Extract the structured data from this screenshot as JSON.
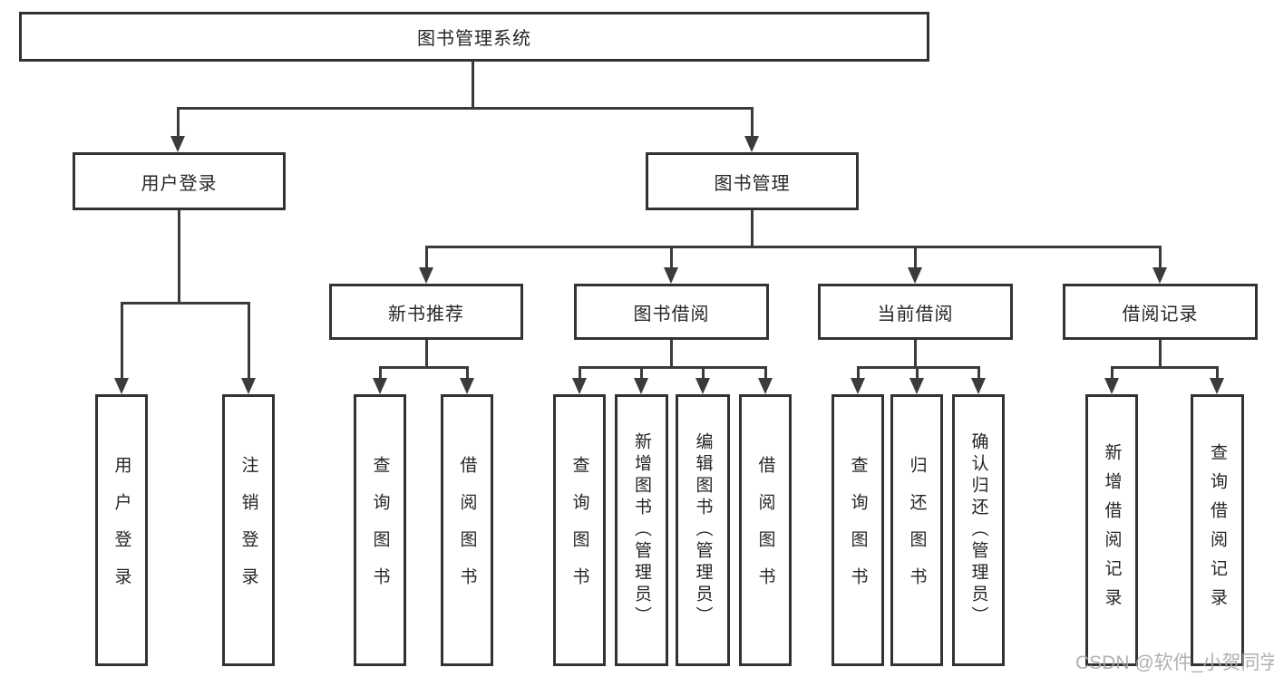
{
  "diagram": {
    "title_node": {
      "label": "图书管理系统"
    },
    "level2": [
      {
        "label": "用户登录"
      },
      {
        "label": "图书管理"
      }
    ],
    "level3": [
      {
        "label": "新书推荐"
      },
      {
        "label": "图书借阅"
      },
      {
        "label": "当前借阅"
      },
      {
        "label": "借阅记录"
      }
    ],
    "leaves": {
      "user_login": [
        {
          "label": "用户登录"
        },
        {
          "label": "注销登录"
        }
      ],
      "new_books": [
        {
          "label": "查询图书"
        },
        {
          "label": "借阅图书"
        }
      ],
      "book_borrow": [
        {
          "label": "查询图书"
        },
        {
          "label": "新增图书（管理员）"
        },
        {
          "label": "编辑图书（管理员）"
        },
        {
          "label": "借阅图书"
        }
      ],
      "current_borrow": [
        {
          "label": "查询图书"
        },
        {
          "label": "归还图书"
        },
        {
          "label": "确认归还（管理员）"
        }
      ],
      "borrow_records": [
        {
          "label": "新增借阅记录"
        },
        {
          "label": "查询借阅记录"
        }
      ]
    },
    "watermark": "CSDN @软件_小贺同学",
    "colors": {
      "line": "#3b3b3b",
      "border": "#333333",
      "text": "#262626",
      "watermark": "#a8a8a8",
      "background": "#ffffff"
    }
  }
}
